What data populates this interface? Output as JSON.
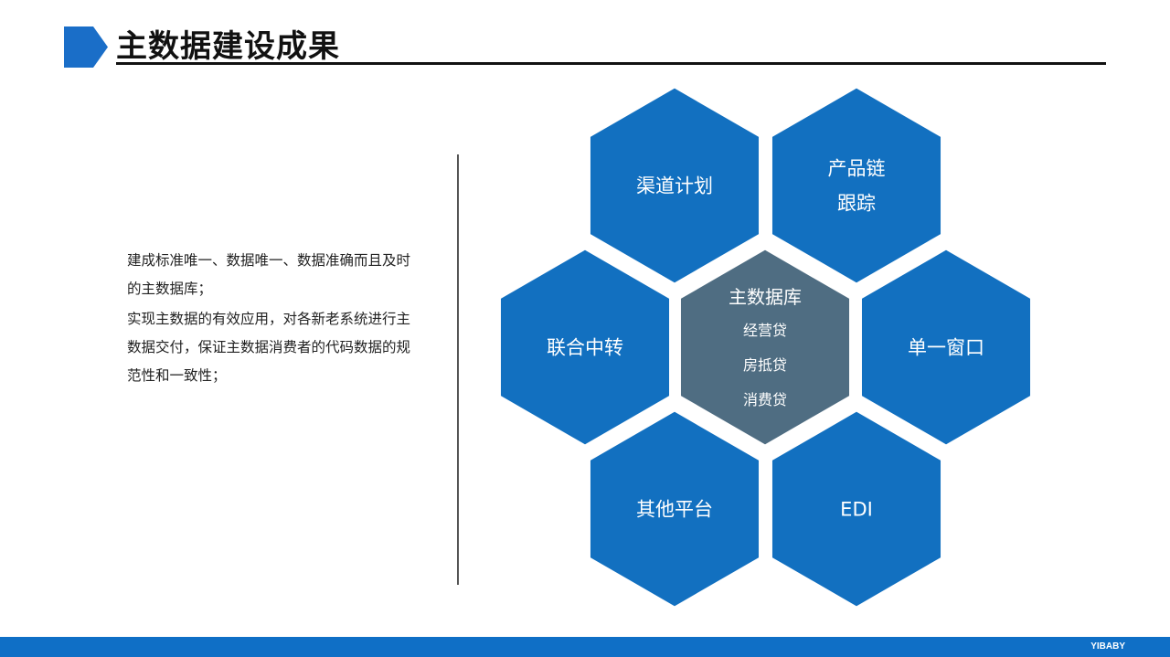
{
  "title": "主数据建设成果",
  "description": [
    "建成标准唯一、数据唯一、数据准确而且及时的主数据库；",
    "实现主数据的有效应用，对各新老系统进行主数据交付，保证主数据消费者的代码数据的规范性和一致性；"
  ],
  "hexagons": [
    {
      "id": "channel-plan",
      "lines": [
        "渠道计划"
      ]
    },
    {
      "id": "product-chain",
      "lines": [
        "产品链",
        "跟踪"
      ]
    },
    {
      "id": "union-transfer",
      "lines": [
        "联合中转"
      ]
    },
    {
      "id": "master-db",
      "lines": [
        "主数据库",
        "经营贷",
        "房抵贷",
        "消费贷"
      ],
      "center": true
    },
    {
      "id": "single-window",
      "lines": [
        "单一窗口"
      ]
    },
    {
      "id": "other-platforms",
      "lines": [
        "其他平台"
      ]
    },
    {
      "id": "edi",
      "lines": [
        "EDI"
      ]
    }
  ],
  "colors": {
    "hex_blue": "#1270c0",
    "hex_center": "#4f6d82",
    "title_marker": "#1a6ec8",
    "footer": "#0f6fc6"
  },
  "footer": {
    "brand": "YIBABY"
  }
}
